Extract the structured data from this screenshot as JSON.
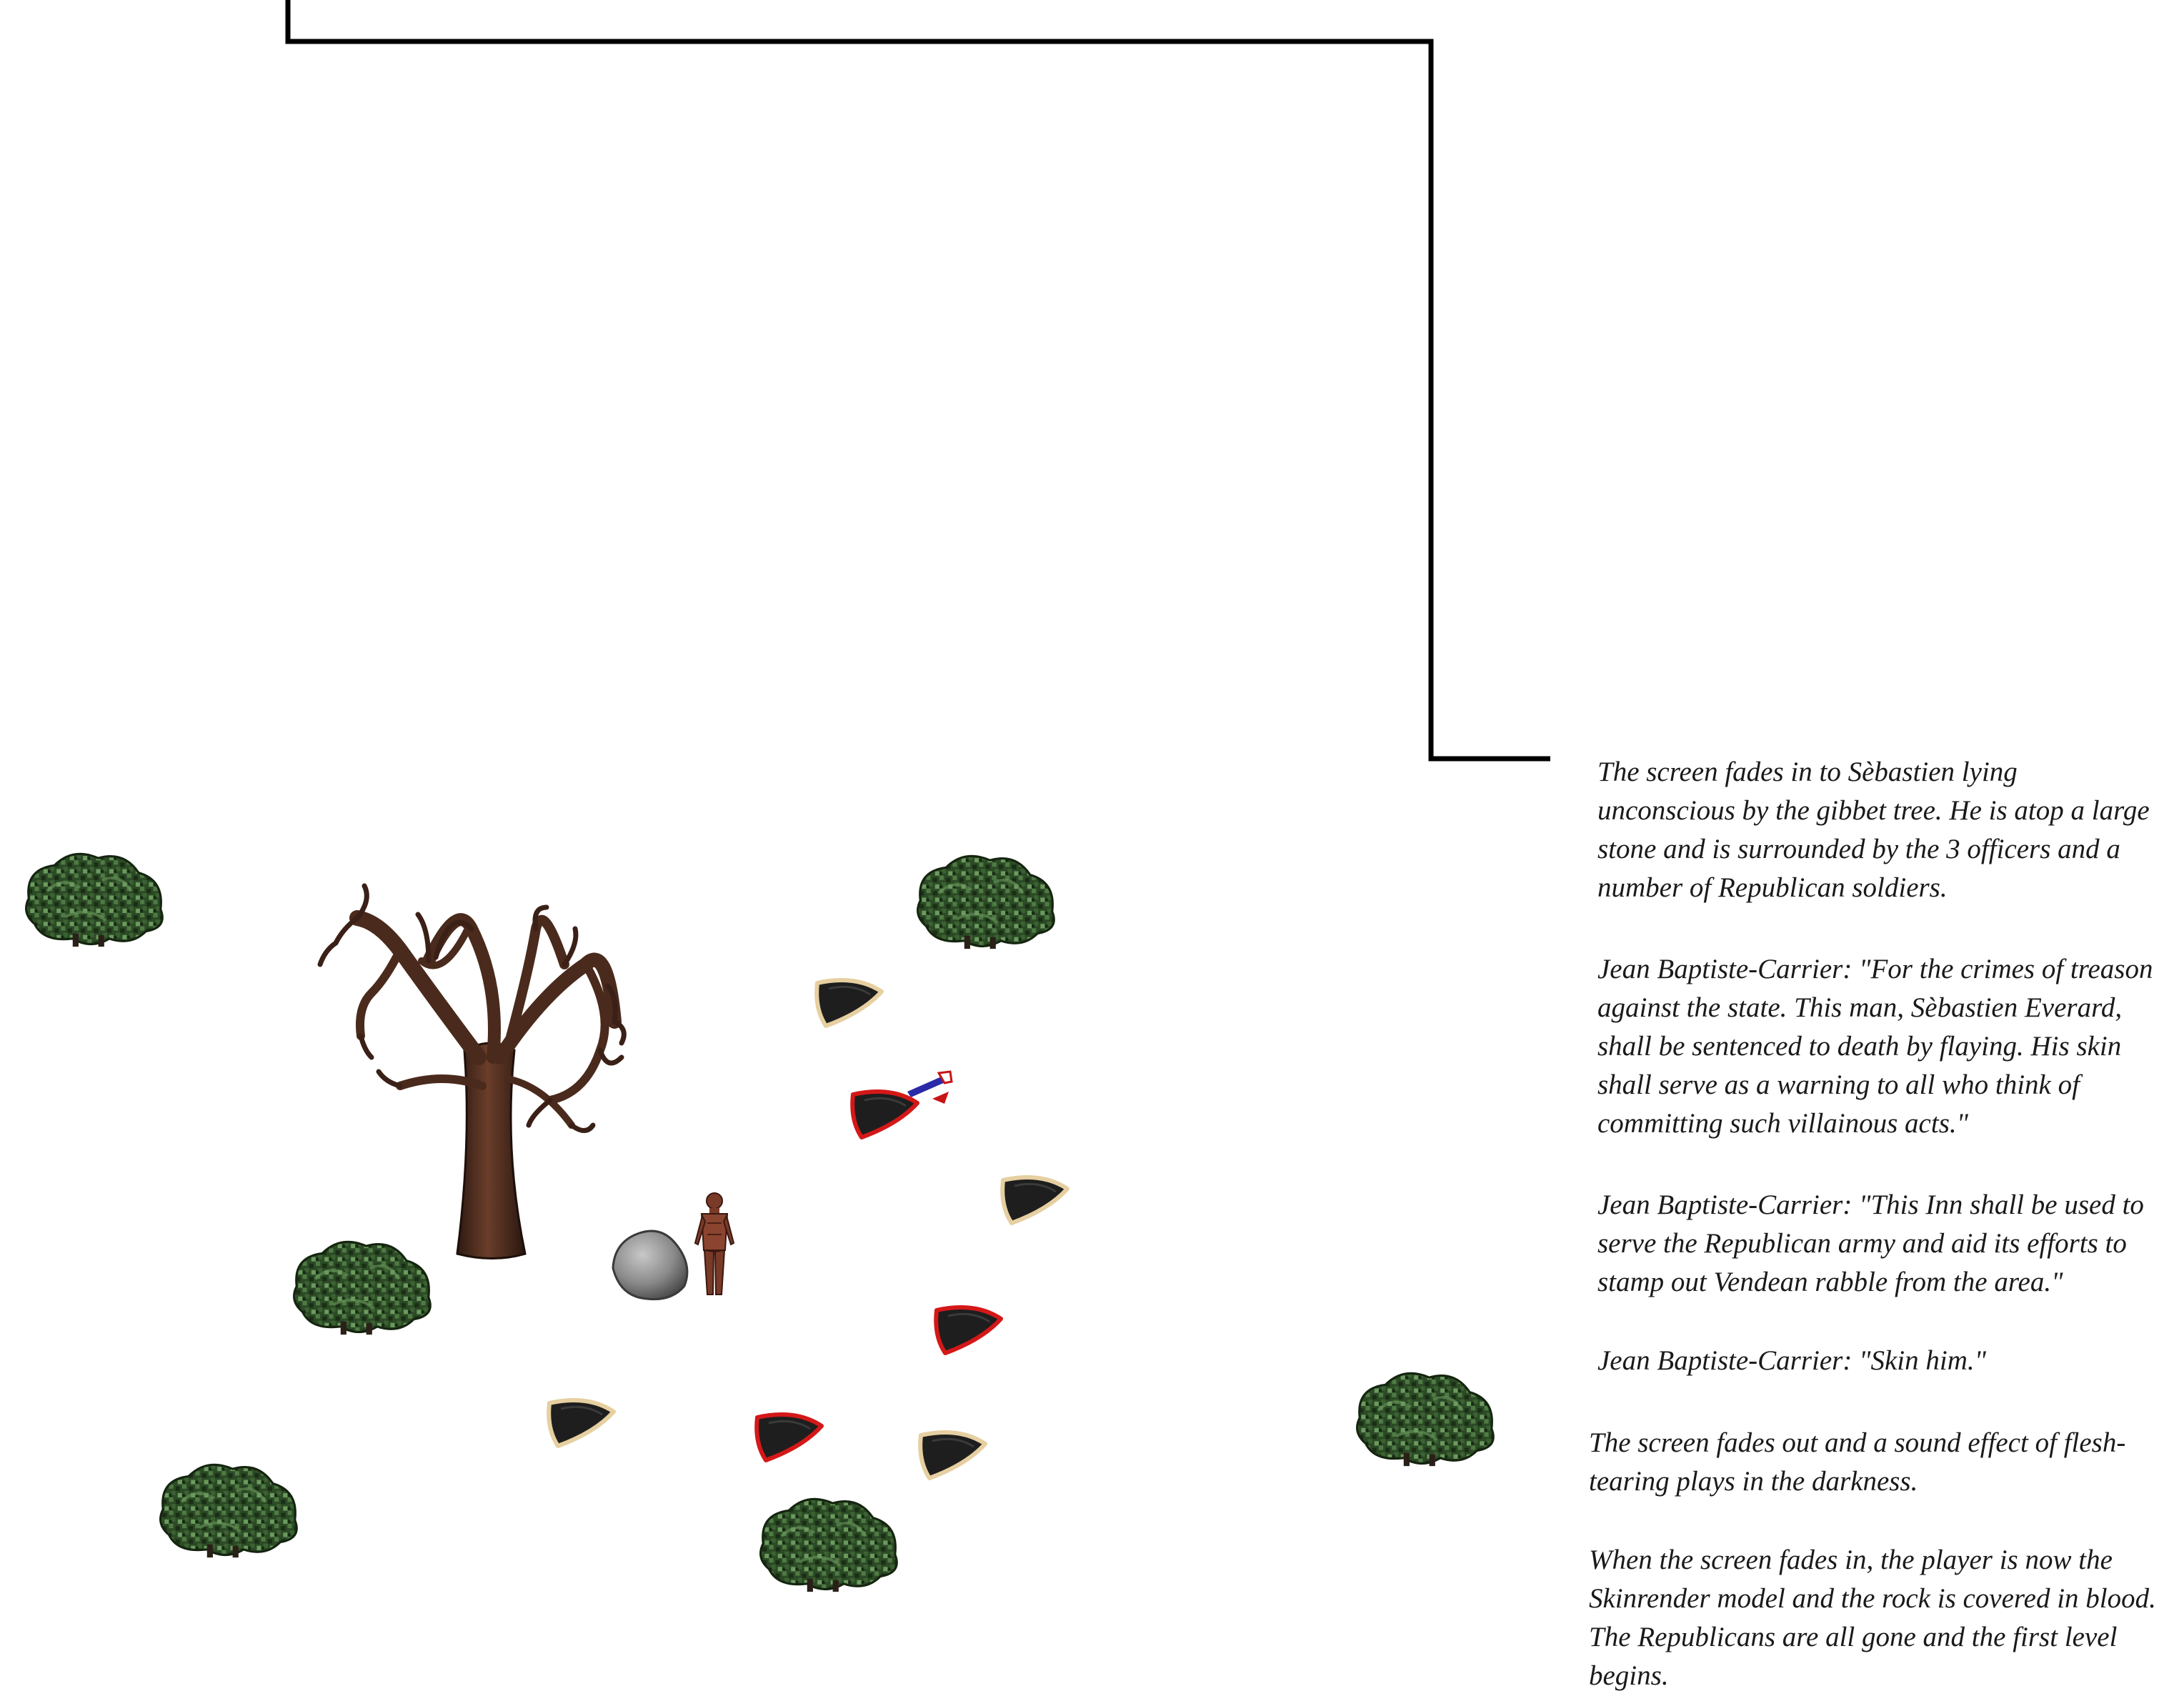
{
  "narration": [
    "The screen fades in to Sèbastien lying unconscious by the gibbet tree. He is atop a large stone and is surrounded by the 3 officers and a number of Republican soldiers.",
    "Jean Baptiste-Carrier: \"For the crimes of treason against the state. This man, Sèbastien Everard, shall be sentenced to death by flaying. His skin shall serve as a warning to all who think of committing such villainous acts.\"",
    "Jean Baptiste-Carrier: \"This Inn shall be used to serve the Republican army and aid its efforts to stamp out Vendean rabble from the area.\"",
    "Jean Baptiste-Carrier: \"Skin him.\"",
    "The screen fades out and a sound effect of flesh-tearing plays in the darkness.",
    "When the screen fades in, the player is now the Skinrender model and the rock is covered in blood. The Republicans are all gone and the first level begins."
  ],
  "sprites": {
    "tree": "gibbet-tree",
    "rock": "large-stone",
    "player": "sebastien-model",
    "flag": "tricolour-pennant",
    "bush": "shrub",
    "officer_hat": "officer-tricorne-red-trim",
    "soldier_hat": "soldier-tricorne-tan-trim"
  },
  "colors": {
    "background": "#ffffff",
    "wall": "#000000",
    "officer_trim": "#d41818",
    "soldier_trim": "#e6cfa0",
    "hat": "#1e1e1e",
    "bush_dark": "#1f3a1a",
    "bush_light": "#4f7a44",
    "tree": "#4a2a1c",
    "stone": "#8a8a8a",
    "body": "#7a3a28",
    "flag_blue": "#2a2aa8",
    "flag_red": "#c81414"
  }
}
